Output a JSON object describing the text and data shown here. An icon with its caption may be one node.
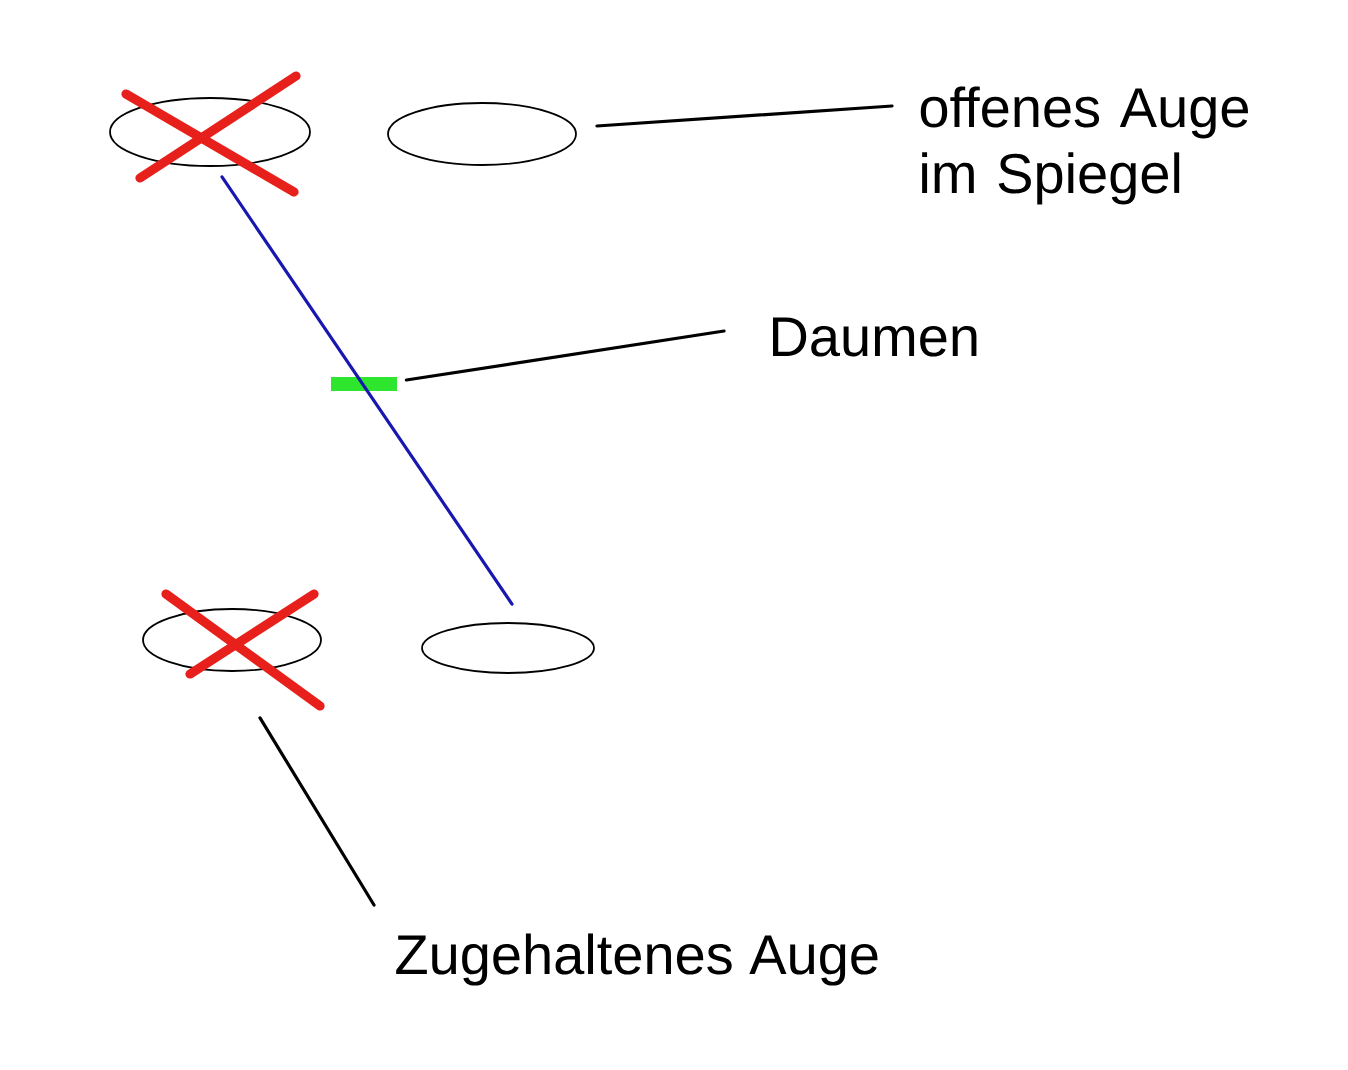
{
  "diagram": {
    "nodes": [
      {
        "text": [],
        "shape": "ellipse"
      },
      {
        "text": [],
        "shape": "ellipse"
      },
      {
        "text": [
          "offenes Auge im Spiegel"
        ]
      },
      {
        "text": [],
        "shape": "bar"
      },
      {
        "text": [
          "Daumen"
        ]
      },
      {
        "text": [],
        "shape": "ellipse"
      },
      {
        "text": [],
        "shape": "ellipse"
      },
      {
        "text": [
          "Zugehaltenes Auge"
        ]
      }
    ],
    "edges": [
      {
        "from": 0,
        "to": 6,
        "arrow": "none",
        "color": "#1818b0"
      },
      {
        "from": 2,
        "to": 1,
        "arrow": "none"
      },
      {
        "from": 4,
        "to": 3,
        "arrow": "none"
      },
      {
        "from": 7,
        "to": 5,
        "arrow": "none"
      }
    ]
  }
}
